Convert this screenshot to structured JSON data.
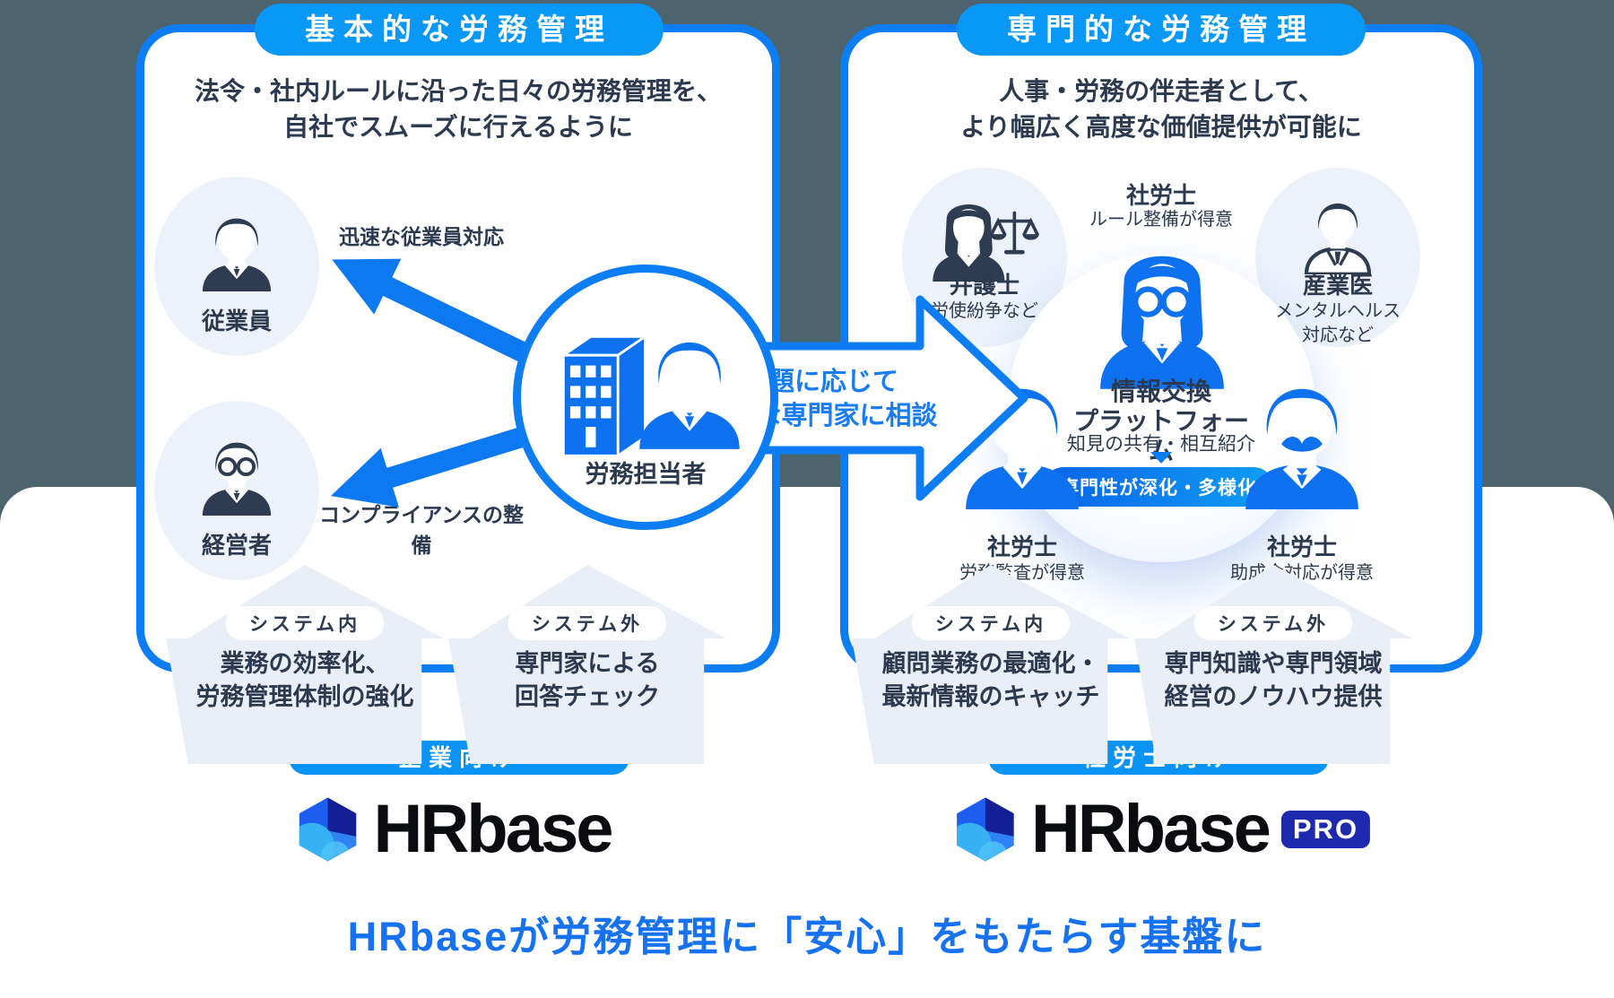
{
  "colors": {
    "page_bg": "#4d636d",
    "accent_blue": "#0c7df2",
    "header_pill_blue": "#0998f5",
    "dark_navy_text": "#2c3a50",
    "icon_navy": "#2e3c52",
    "icon_blue": "#0e72f0",
    "light_circle_bg": "#edf2fa",
    "up_arrow_shape": "#e9eef7",
    "pro_badge_bg": "#1d2ab0",
    "tagline_blue": "#1672f0"
  },
  "left_panel": {
    "header": "基本的な労務管理",
    "lead_line1": "法令・社内ルールに沿った日々の労務管理を、",
    "lead_line2": "自社でスムーズに行えるように",
    "employee_label": "従業員",
    "employee_arrow_label": "迅速な従業員対応",
    "manager_label": "経営者",
    "manager_arrow_label": "コンプライアンスの整備",
    "hr_person_label": "労務担当者",
    "system_in_badge": "システム内",
    "system_in_line1": "業務の効率化、",
    "system_in_line2": "労務管理体制の強化",
    "system_out_badge": "システム外",
    "system_out_line1": "専門家による",
    "system_out_line2": "回答チェック",
    "audience_pill": "企業向け",
    "logo_text": "HRbase"
  },
  "center_arrow": {
    "line1": "課題に応じて",
    "line2": "最適な専門家に相談"
  },
  "right_panel": {
    "header": "専門的な労務管理",
    "lead_line1": "人事・労務の伴走者として、",
    "lead_line2": "より幅広く高度な価値提供が可能に",
    "lawyer_label": "弁護士",
    "lawyer_sub": "労使紛争など",
    "sharoushi_top_label": "社労士",
    "sharoushi_top_sub": "ルール整備が得意",
    "doctor_label": "産業医",
    "doctor_sub": "メンタルヘルス\n対応など",
    "platform_title": "情報交換\nプラットフォーム",
    "platform_sub": "知見の共有・相互紹介",
    "platform_pill": "専門性が深化・多様化",
    "sharoushi_left_label": "社労士",
    "sharoushi_left_sub": "労務監査が得意",
    "sharoushi_right_label": "社労士",
    "sharoushi_right_sub": "助成金対応が得意",
    "system_in_badge": "システム内",
    "system_in_line1": "顧問業務の最適化・",
    "system_in_line2": "最新情報のキャッチ",
    "system_out_badge": "システム外",
    "system_out_line1": "専門知識や専門領域",
    "system_out_line2": "経営のノウハウ提供",
    "audience_pill": "社労士向け",
    "logo_text": "HRbase",
    "logo_badge": "PRO"
  },
  "footer": {
    "tagline": "HRbaseが労務管理に「安心」をもたらす基盤に"
  }
}
